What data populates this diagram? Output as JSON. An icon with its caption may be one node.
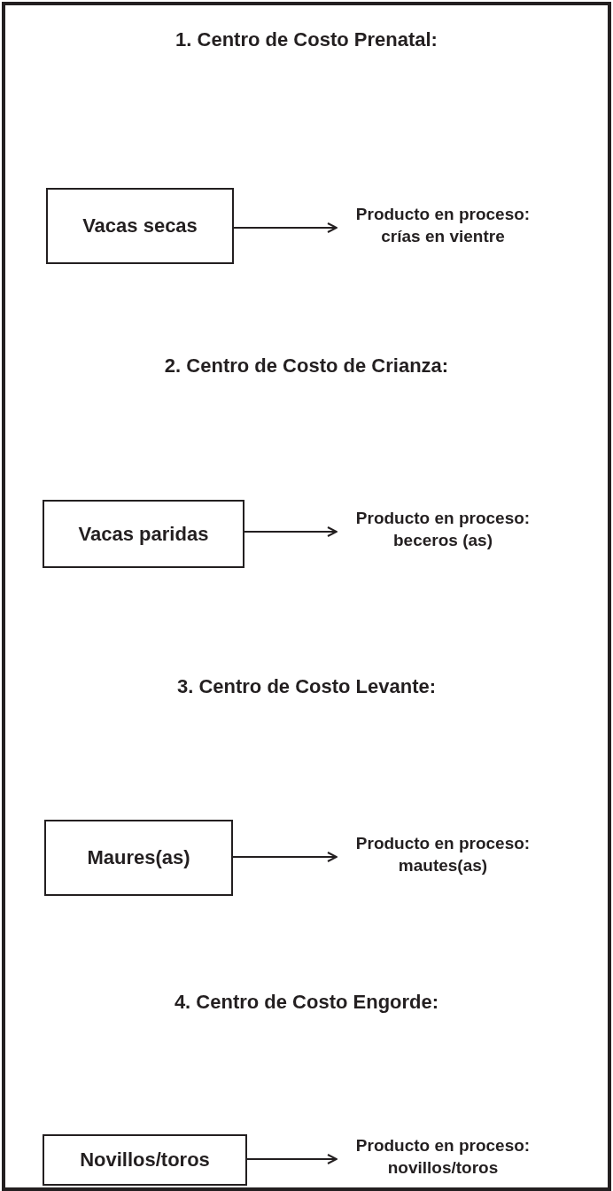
{
  "diagram": {
    "nodes": [
      {
        "text": [
          "Vacas secas"
        ]
      },
      {
        "text": [
          "Producto en proceso: crías en vientre"
        ]
      },
      {
        "text": [
          "Vacas paridas"
        ]
      },
      {
        "text": [
          "Producto en proceso: beceros (as)"
        ]
      },
      {
        "text": [
          "Maures(as)"
        ]
      },
      {
        "text": [
          "Producto en proceso: mautes(as)"
        ]
      },
      {
        "text": [
          "Novillos/toros"
        ]
      },
      {
        "text": [
          "Producto en proceso: novillos/toros"
        ]
      }
    ],
    "edges": [
      {
        "from": 0,
        "to": 1,
        "arrow": "to"
      },
      {
        "from": 2,
        "to": 3,
        "arrow": "to"
      },
      {
        "from": 4,
        "to": 5,
        "arrow": "to"
      },
      {
        "from": 6,
        "to": 7,
        "arrow": "to"
      }
    ],
    "labels": [
      "1. Centro de Costo Prenatal:",
      "2. Centro de Costo de Crianza:",
      "3. Centro de Costo Levante:",
      "4. Centro de Costo Engorde:"
    ]
  }
}
